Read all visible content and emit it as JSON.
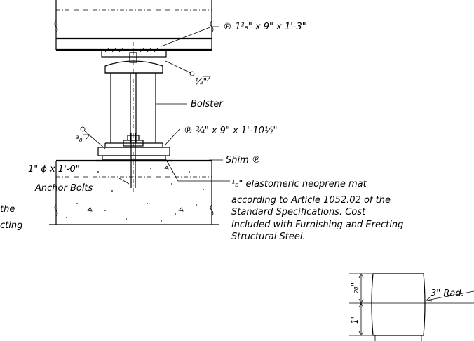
{
  "labels": {
    "top_plate": "℗ 1³₈\" x 9\" x 1'-3\"",
    "weld_half": "½\"",
    "bolster": "Bolster",
    "weld_three_eighths": "³₈",
    "bottom_plate": "℗ ¾\" x 9\" x 1'-10½\"",
    "shim": "Shim ℗",
    "anchor_size": "1\" ϕ x 1'-0\"",
    "anchor_bolts": "Anchor Bolts",
    "mat_line1": "¹₈\" elastomeric neoprene mat",
    "mat_line2": "according to Article 1052.02 of the",
    "mat_line3": "Standard Specifications. Cost",
    "mat_line4": "included with Furnishing and Erecting",
    "mat_line5": "Structural Steel.",
    "cut_the": "the",
    "cut_cting": "cting",
    "detail_radius": "3\" Rad.",
    "detail_dim_top": "₇₈\"",
    "detail_dim_bottom": "1\""
  }
}
